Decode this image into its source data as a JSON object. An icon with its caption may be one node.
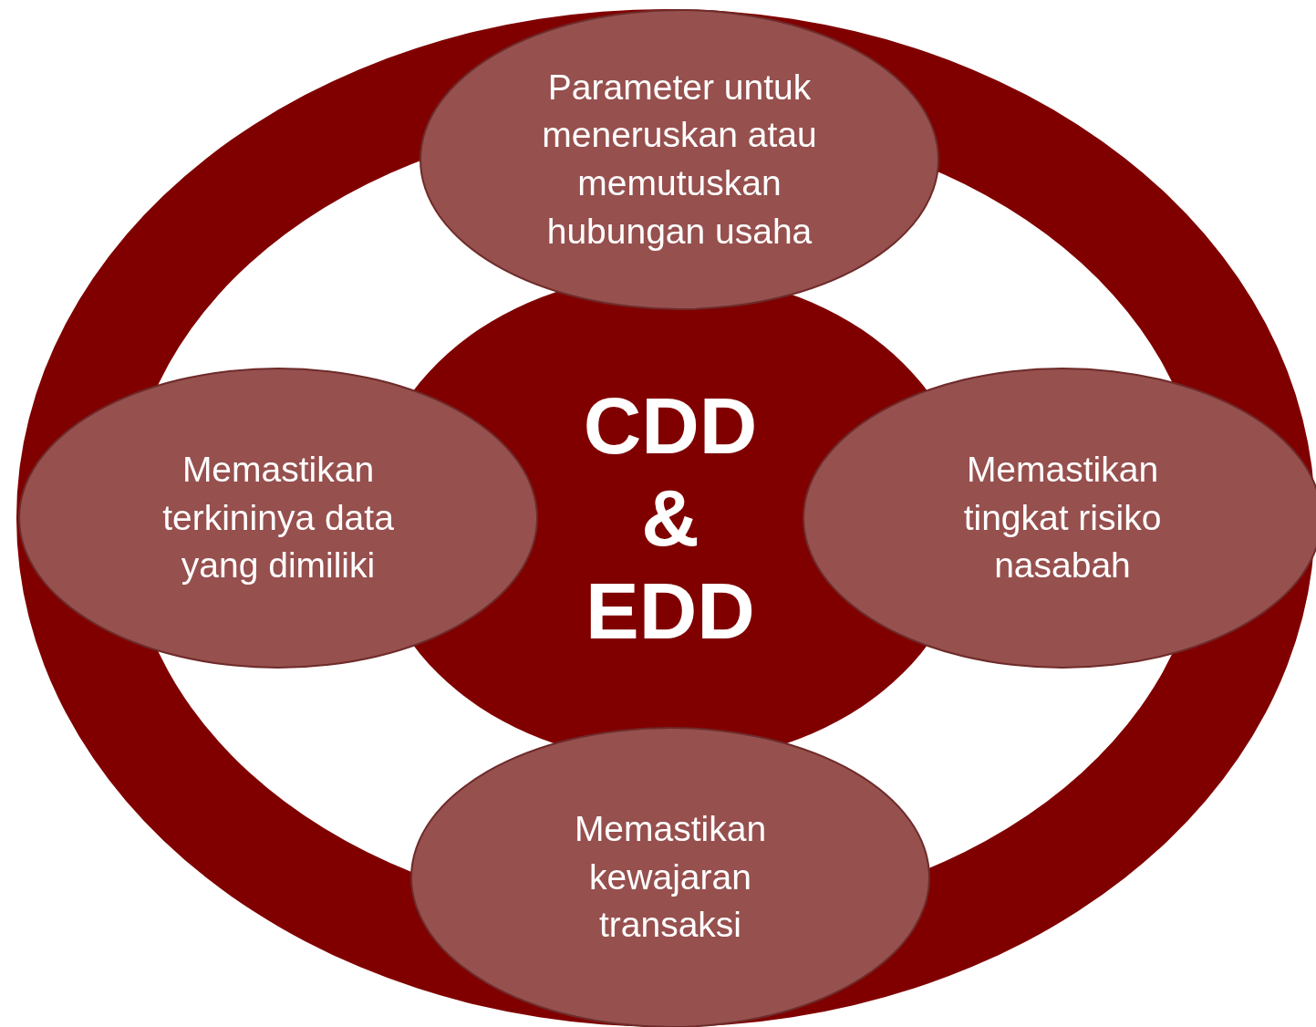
{
  "diagram": {
    "nodes": [
      {
        "text": [
          "Parameter untuk meneruskan atau memutuskan hubungan usaha"
        ]
      },
      {
        "text": [
          "Memastikan terkininya data yang dimiliki"
        ]
      },
      {
        "text": [
          "CDD & EDD"
        ]
      },
      {
        "text": [
          "Memastikan tingkat risiko nasabah"
        ]
      },
      {
        "text": [
          "Memastikan kewajaran transaksi"
        ]
      }
    ]
  }
}
